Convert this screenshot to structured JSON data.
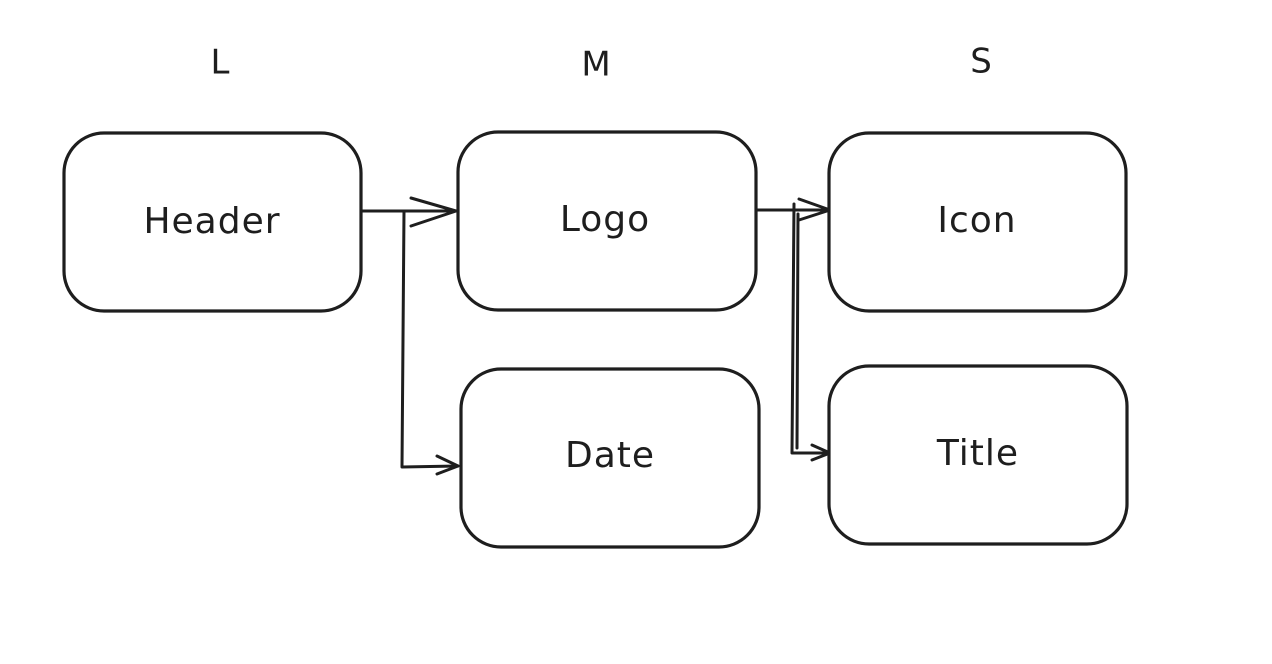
{
  "diagram": {
    "columns": {
      "left": "L",
      "middle": "M",
      "right": "S"
    },
    "nodes": {
      "header": "Header",
      "logo": "Logo",
      "date": "Date",
      "icon": "Icon",
      "title": "Title"
    },
    "edges": [
      {
        "from": "Header",
        "to": "Logo"
      },
      {
        "from": "Header",
        "to": "Date"
      },
      {
        "from": "Logo",
        "to": "Icon"
      },
      {
        "from": "Logo",
        "to": "Title"
      }
    ],
    "colors": {
      "stroke": "#1e1e1e",
      "background": "#ffffff"
    }
  }
}
